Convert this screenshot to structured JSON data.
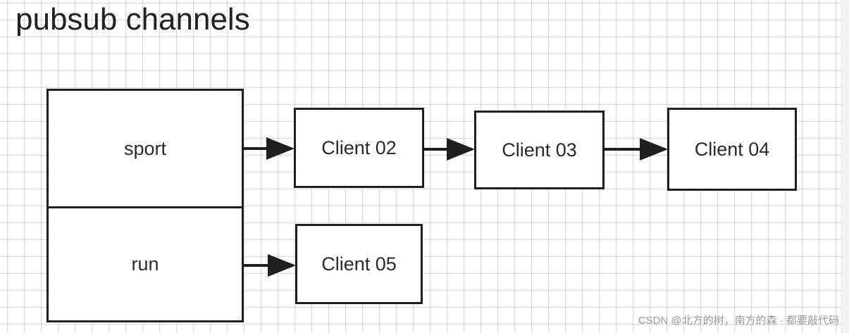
{
  "title": "pubsub channels",
  "channels": [
    {
      "name": "sport",
      "subscribers": [
        "Client 02",
        "Client 03",
        "Client 04"
      ]
    },
    {
      "name": "run",
      "subscribers": [
        "Client 05"
      ]
    }
  ],
  "watermark": "CSDN @北方的树，南方的森 · 都要敲代码"
}
